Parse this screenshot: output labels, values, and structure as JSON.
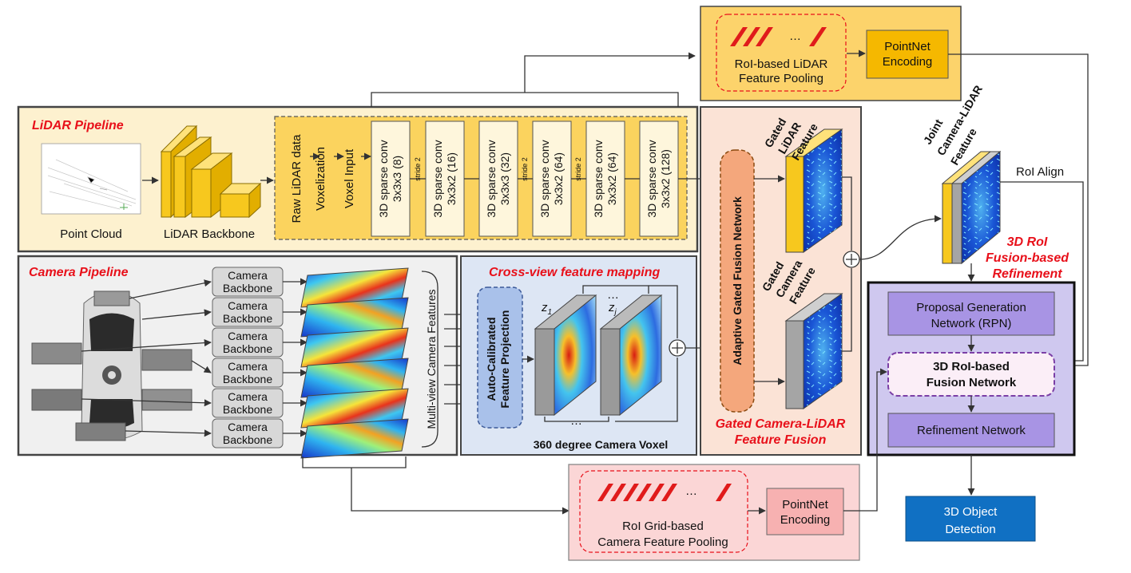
{
  "lidar_pipeline": {
    "title": "LiDAR Pipeline",
    "point_cloud": "Point Cloud",
    "backbone": "LiDAR Backbone",
    "raw_data": "Raw LiDAR data",
    "voxelization": "Voxelization",
    "voxel_input": "Voxel Input",
    "convs": [
      {
        "line1": "3D sparse conv",
        "line2": "3x3x3 (8)"
      },
      {
        "line1": "3D sparse conv",
        "line2": "3x3x2 (16)"
      },
      {
        "line1": "3D sparse conv",
        "line2": "3x3x3 (32)"
      },
      {
        "line1": "3D sparse conv",
        "line2": "3x3x2 (64)"
      },
      {
        "line1": "3D sparse conv",
        "line2": "3x3x2 (64)"
      },
      {
        "line1": "3D sparse conv",
        "line2": "3x3x2 (128)"
      }
    ],
    "stride": "stride 2"
  },
  "lidar_pooling": {
    "line1": "RoI-based LiDAR",
    "line2": "Feature Pooling",
    "ellipsis": "…",
    "encoding_line1": "PointNet",
    "encoding_line2": "Encoding"
  },
  "camera_pipeline": {
    "title": "Camera Pipeline",
    "backbone_line1": "Camera",
    "backbone_line2": "Backbone",
    "features_label": "Multi-view Camera Features"
  },
  "cross_view": {
    "title": "Cross-view feature mapping",
    "projection_line1": "Auto-Calibrated",
    "projection_line2": "Feature Projection",
    "z1": "z",
    "z1_sub": "1",
    "zj": "z",
    "zj_sub": "j",
    "dots": "…",
    "voxel_label": "360 degree Camera Voxel"
  },
  "gated_fusion": {
    "network": "Adaptive Gated Fusion Network",
    "lidar_feature": [
      "Gated",
      "LiDAR",
      "Feature"
    ],
    "camera_feature": [
      "Gated",
      "Camera",
      "Feature"
    ],
    "title_line1": "Gated Camera-LiDAR",
    "title_line2": "Feature Fusion"
  },
  "joint": {
    "label": [
      "Joint",
      "Camera-LiDAR",
      "Feature"
    ],
    "roi_align": "RoI Align",
    "refine_line1": "3D RoI",
    "refine_line2": "Fusion-based",
    "refine_line3": "Refinement"
  },
  "refinement": {
    "rpn_line1": "Proposal Generation",
    "rpn_line2": "Network (RPN)",
    "fusion_line1": "3D RoI-based",
    "fusion_line2": "Fusion Network",
    "refine_net": "Refinement Network"
  },
  "camera_pooling": {
    "line1": "RoI Grid-based",
    "line2": "Camera Feature Pooling",
    "ellipsis": "…",
    "encoding_line1": "PointNet",
    "encoding_line2": "Encoding"
  },
  "output": {
    "line1": "3D Object",
    "line2": "Detection"
  },
  "colors": {
    "lidar_bg": "#fdf1cf",
    "camera_bg": "#f0f0f0",
    "cross_bg": "#dde6f4",
    "fusion_bg": "#fbe3d6",
    "pooling_lidar_bg": "#fcd36b",
    "pooling_cam_bg": "#fbd6d6",
    "refine_bg": "#cfc8ef",
    "output_bg": "#1070c3",
    "red_label": "#e8101a"
  }
}
